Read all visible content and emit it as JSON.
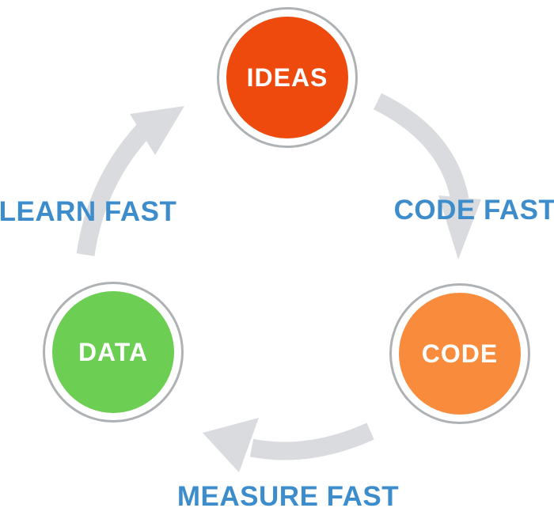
{
  "diagram": {
    "nodes": [
      {
        "id": "ideas",
        "label": "IDEAS",
        "color": "#EE4A0E"
      },
      {
        "id": "code",
        "label": "CODE",
        "color": "#F98B3C"
      },
      {
        "id": "data",
        "label": "DATA",
        "color": "#6CCE52"
      }
    ],
    "edges": [
      {
        "from": "ideas",
        "to": "code",
        "label": "CODE FAST"
      },
      {
        "from": "code",
        "to": "data",
        "label": "MEASURE FAST"
      },
      {
        "from": "data",
        "to": "ideas",
        "label": "LEARN FAST"
      }
    ],
    "colors": {
      "label_blue": "#3D8DCC",
      "arrow_gray": "#D9DBDE",
      "ring_border": "#AFB2B5",
      "node_text": "#FFFFFF",
      "background": "#FFFFFF"
    }
  }
}
